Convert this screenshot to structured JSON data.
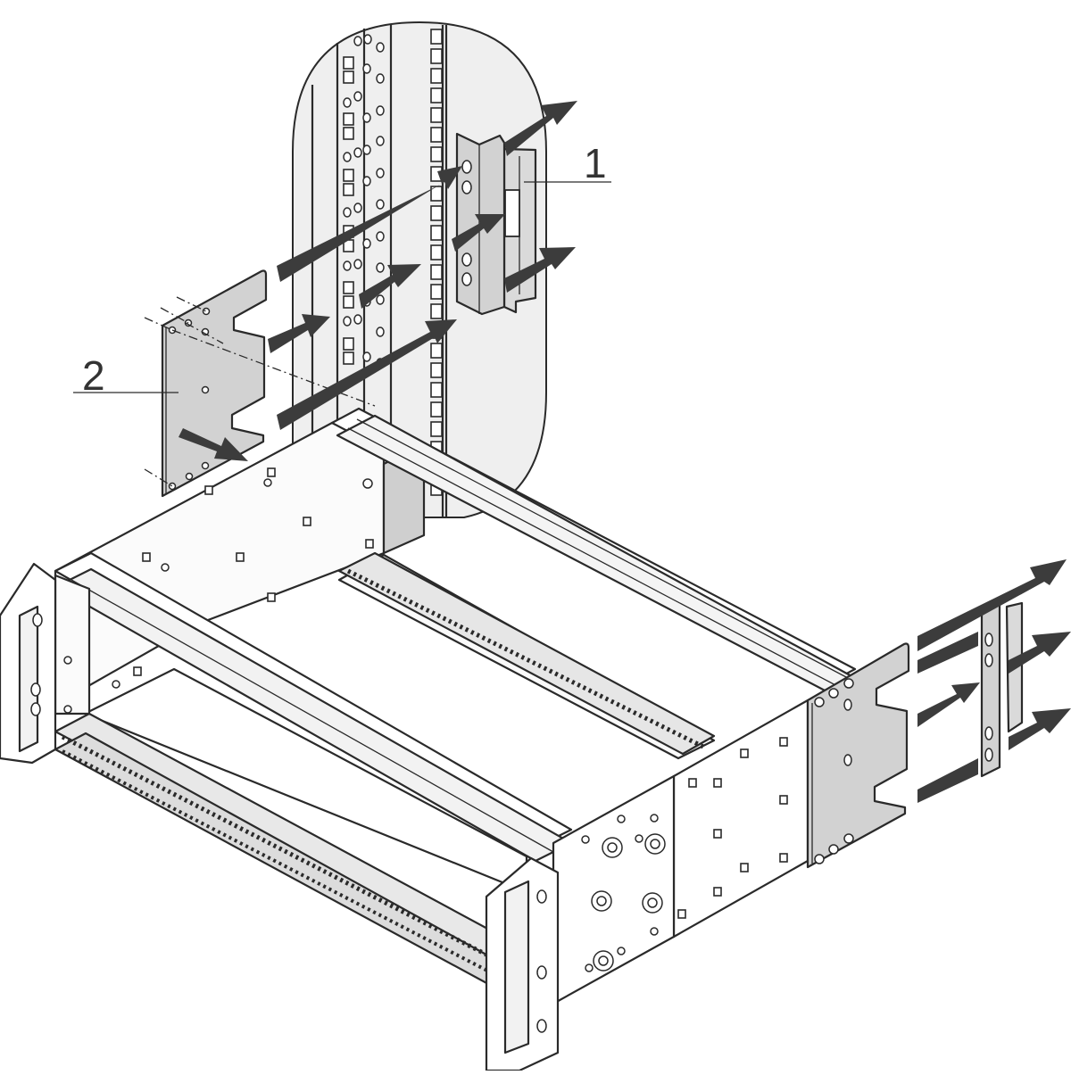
{
  "diagram": {
    "type": "assembly-illustration",
    "subject": "19-inch subrack with rack mounting brackets",
    "background": "#ffffff",
    "colors": {
      "line": "#2a2a2a",
      "part_fill": "#d2d2d2",
      "arrow_fill": "#3c3c3c",
      "detail_bg": "#ececec"
    },
    "callouts": [
      {
        "id": "1",
        "label": "1",
        "part": "slide-rail bracket (angled, mounted to rack post)"
      },
      {
        "id": "2",
        "label": "2",
        "part": "mounting plate with U-shaped slots (attached to subrack side)"
      }
    ],
    "components": [
      "detail-view-rack-post",
      "slide-rail-bracket-top",
      "mounting-plate-left",
      "subrack-chassis",
      "front-handle-left",
      "front-handle-right",
      "mounting-plate-right",
      "slide-rail-bracket-right"
    ],
    "arrows": {
      "detail_view": 7,
      "right_side": 5,
      "left_plate_down": 1
    }
  }
}
